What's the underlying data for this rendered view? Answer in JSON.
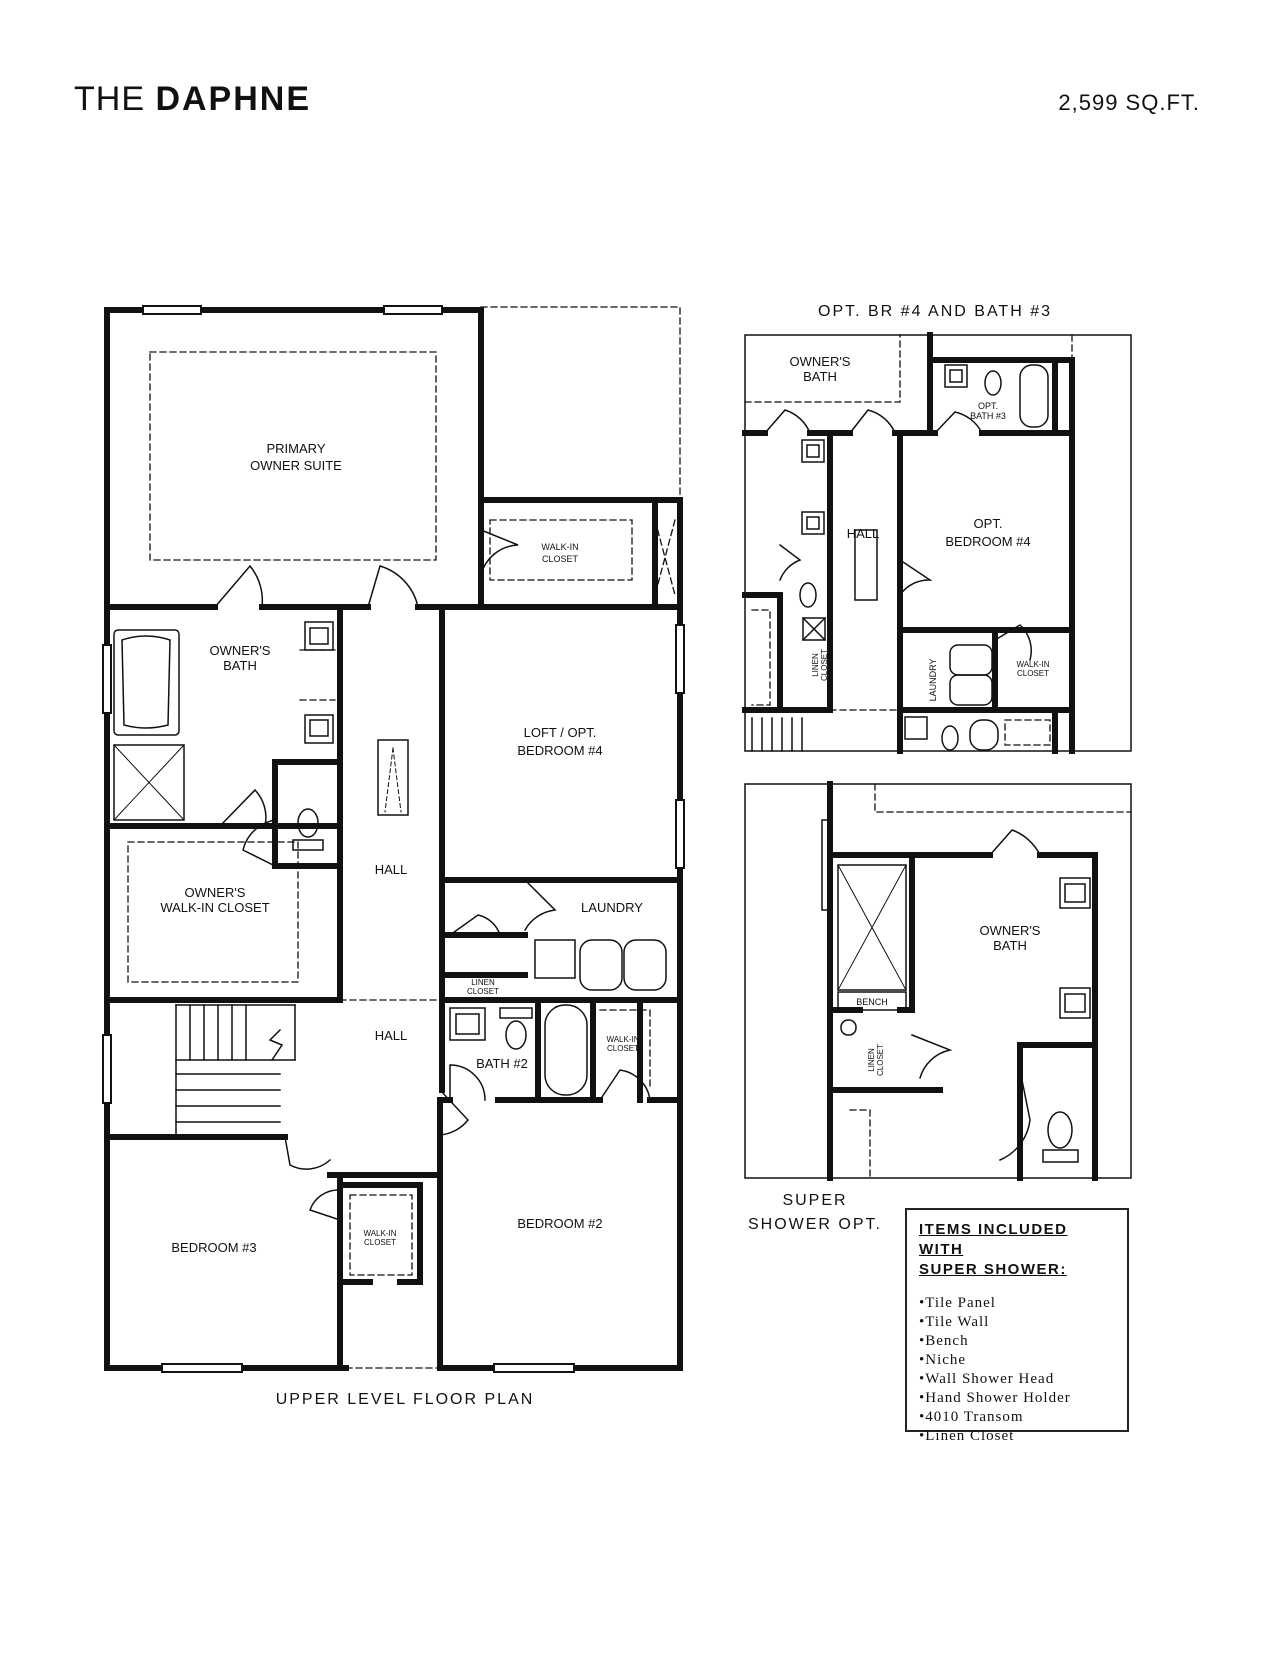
{
  "header": {
    "title_prefix": "THE",
    "title_name": "DAPHNE",
    "sqft": "2,599 SQ.FT."
  },
  "main_plan": {
    "caption": "UPPER LEVEL FLOOR PLAN",
    "rooms": {
      "primary_suite_1": "PRIMARY",
      "primary_suite_2": "OWNER SUITE",
      "walkin_closet_1": "WALK-IN",
      "walkin_closet_2": "CLOSET",
      "owners_bath_1": "OWNER'S",
      "owners_bath_2": "BATH",
      "loft_1": "LOFT / OPT.",
      "loft_2": "BEDROOM #4",
      "hall_upper": "HALL",
      "owners_walkin_1": "OWNER'S",
      "owners_walkin_2": "WALK-IN CLOSET",
      "laundry": "LAUNDRY",
      "linen_1": "LINEN",
      "linen_2": "CLOSET",
      "hall_lower": "HALL",
      "bath2": "BATH #2",
      "wic_bath2_1": "WALK-IN",
      "wic_bath2_2": "CLOSET",
      "bedroom3": "BEDROOM #3",
      "wic_br3_1": "WALK-IN",
      "wic_br3_2": "CLOSET",
      "bedroom2": "BEDROOM #2"
    }
  },
  "opt_br4": {
    "caption": "OPT. BR #4 AND BATH #3",
    "rooms": {
      "owners_bath_1": "OWNER'S",
      "owners_bath_2": "BATH",
      "bath3_1": "OPT.",
      "bath3_2": "BATH #3",
      "hall": "HALL",
      "bedroom4_1": "OPT.",
      "bedroom4_2": "BEDROOM #4",
      "linen_1": "LINEN",
      "linen_2": "CLOSET",
      "laundry": "LAUNDRY",
      "walkin_1": "WALK-IN",
      "walkin_2": "CLOSET"
    }
  },
  "super_shower": {
    "caption_1": "SUPER",
    "caption_2": "SHOWER OPT.",
    "rooms": {
      "owners_bath_1": "OWNER'S",
      "owners_bath_2": "BATH",
      "bench": "BENCH",
      "linen_1": "LINEN",
      "linen_2": "CLOSET"
    }
  },
  "items": {
    "heading_1": "ITEMS INCLUDED WITH",
    "heading_2": "SUPER SHOWER:",
    "list": [
      "Tile Panel",
      "Tile Wall",
      "Bench",
      "Niche",
      "Wall Shower Head",
      "Hand Shower Holder",
      "4010 Transom",
      "Linen Closet"
    ]
  }
}
